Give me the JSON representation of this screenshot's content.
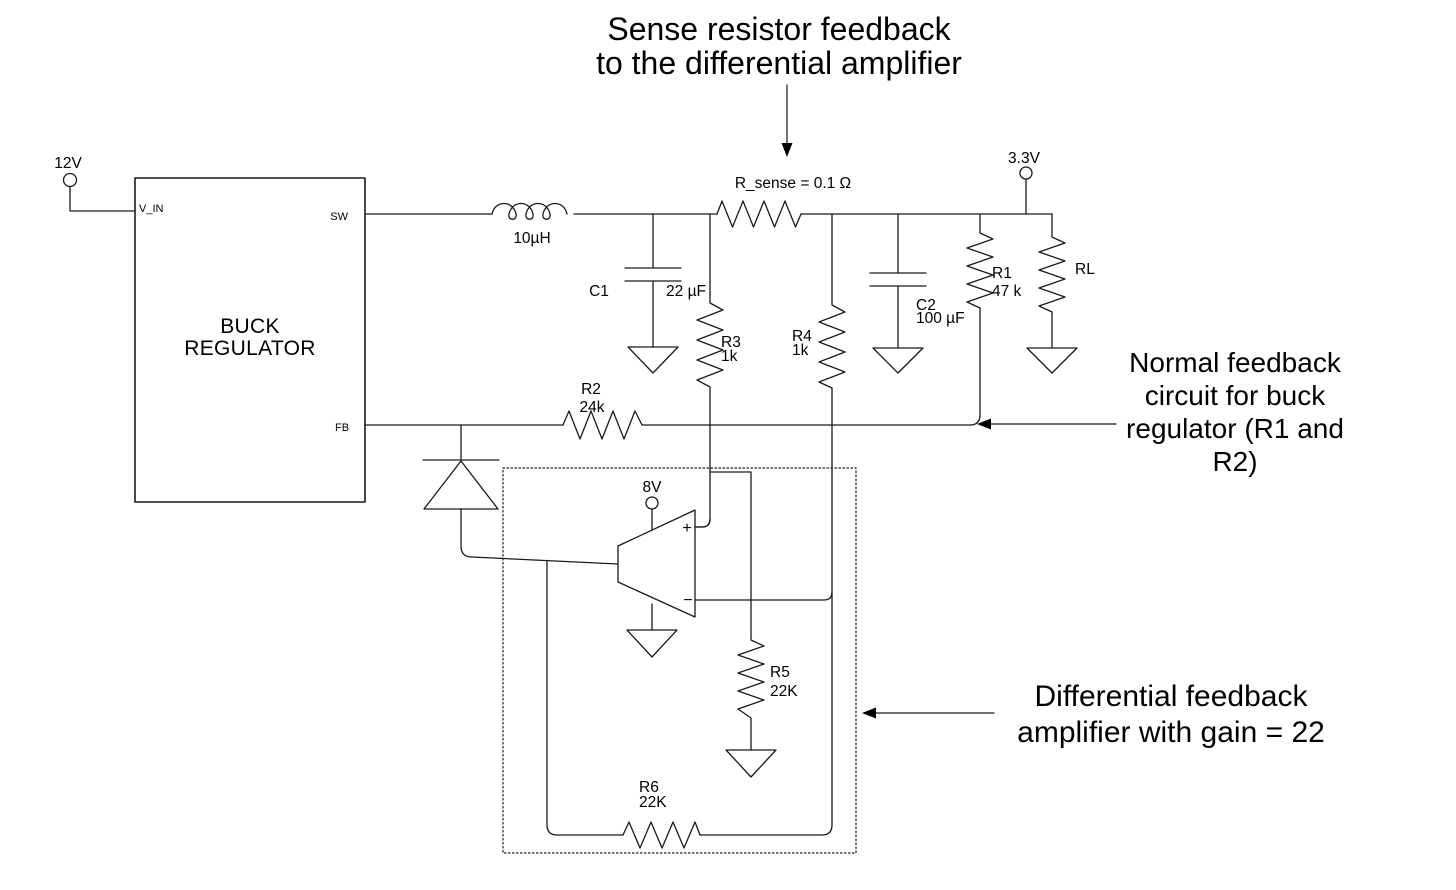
{
  "annotations": {
    "sense": "Sense resistor feedback\nto the differential amplifier",
    "normal": "Normal feedback\ncircuit for buck\nregulator (R1 and\nR2)",
    "diff": "Differential feedback\namplifier with gain = 22"
  },
  "regulator": {
    "name": "BUCK\nREGULATOR",
    "pin_vin": "V_IN",
    "pin_sw": "SW",
    "pin_fb": "FB"
  },
  "supplies": {
    "vin": "12V",
    "vout": "3.3V",
    "opamp": "8V"
  },
  "components": {
    "l1": {
      "value": "10µH"
    },
    "c1": {
      "ref": "C1",
      "value": "22 µF"
    },
    "c2": {
      "ref": "C2",
      "value": "100 µF"
    },
    "rsense": {
      "label": "R_sense = 0.1 Ω"
    },
    "r1": {
      "ref": "R1",
      "value": "47 k"
    },
    "r2": {
      "ref": "R2",
      "value": "24k"
    },
    "r3": {
      "ref": "R3",
      "value": "1k"
    },
    "r4": {
      "ref": "R4",
      "value": "1k"
    },
    "r5": {
      "ref": "R5",
      "value": "22K"
    },
    "r6": {
      "ref": "R6",
      "value": "22K"
    },
    "rl": {
      "ref": "RL"
    }
  },
  "opamp": {
    "plus": "+",
    "minus": "−"
  },
  "colors": {
    "ink": "#000000",
    "background": "#ffffff"
  }
}
